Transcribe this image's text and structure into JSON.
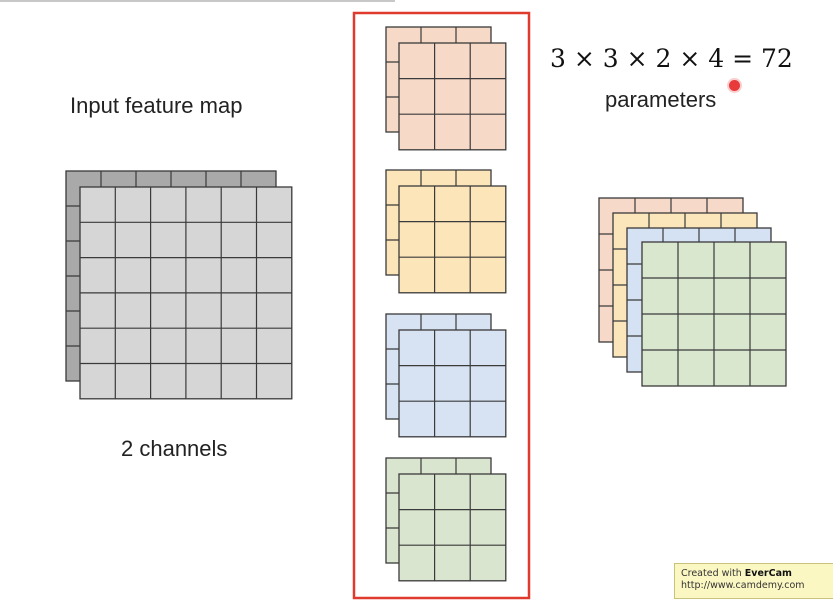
{
  "labels": {
    "input_feature_map": "Input feature map",
    "channels": "2 channels",
    "formula": "3 × 3 × 2 × 4 = 72",
    "parameters": "parameters"
  },
  "colors": {
    "input_grid": "#d6d6d6",
    "input_grid_back": "#a9a9a9",
    "filter_1": "#f7d9c8",
    "filter_2": "#fbe5b9",
    "filter_3": "#d7e3f3",
    "filter_4": "#dae5cf",
    "output_1": "#f6d9c9",
    "output_2": "#fbe6bb",
    "output_3": "#d5e2f3",
    "output_4": "#d9e7cf",
    "highlight_border": "#e03a2f"
  },
  "watermark": {
    "line1_prefix": "Created with ",
    "line1_brand": "EverCam",
    "line2": "http://www.camdemy.com"
  }
}
